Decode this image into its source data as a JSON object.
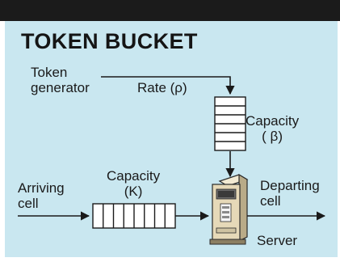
{
  "title": "TOKEN BUCKET",
  "labels": {
    "token_generator_line1": "Token",
    "token_generator_line2": "generator",
    "rate": "Rate (ρ)",
    "token_capacity_line1": "Capacity",
    "token_capacity_line2": "( β)",
    "arriving_line1": "Arriving",
    "arriving_line2": "cell",
    "cell_capacity_line1": "Capacity",
    "cell_capacity_line2": "(K)",
    "departing_line1": "Departing",
    "departing_line2": "cell",
    "server": "Server"
  },
  "colors": {
    "background": "#c9e7f0",
    "top_bar": "#1b1b1b",
    "line": "#1a1a1a",
    "server_body": "#e6d9b8"
  }
}
